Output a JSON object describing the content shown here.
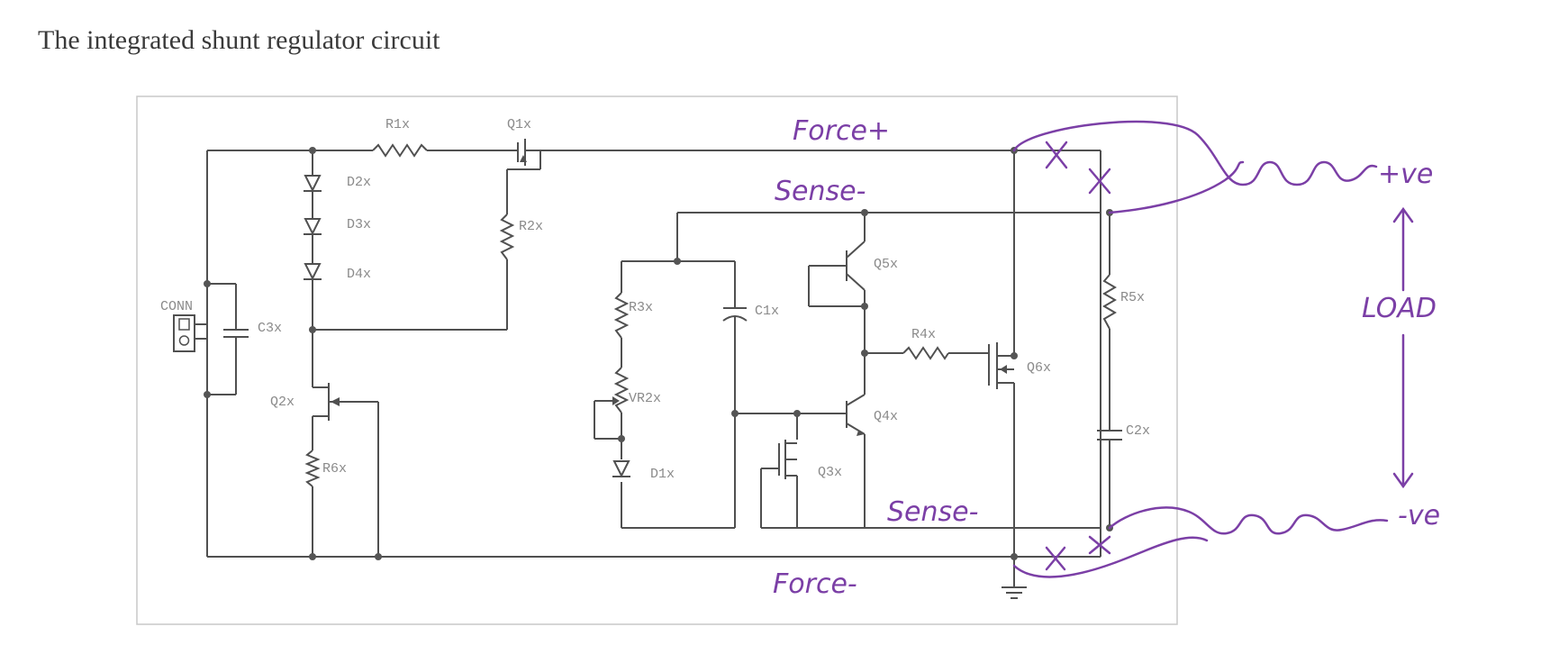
{
  "title": "The integrated shunt regulator circuit",
  "components": {
    "r1": "R1x",
    "q1": "Q1x",
    "d2": "D2x",
    "d3": "D3x",
    "d4": "D4x",
    "r2": "R2x",
    "conn": "CONN",
    "c3": "C3x",
    "q2": "Q2x",
    "r6": "R6x",
    "r3": "R3x",
    "c1": "C1x",
    "vr2": "VR2x",
    "d1": "D1x",
    "q5": "Q5x",
    "r4": "R4x",
    "q6": "Q6x",
    "q4": "Q4x",
    "q3": "Q3x",
    "r5": "R5x",
    "c2": "C2x"
  },
  "annotations": {
    "force_plus": "Force+",
    "sense_top": "Sense-",
    "sense_bottom": "Sense-",
    "force_minus": "Force-",
    "plus_ve": "+ve",
    "minus_ve": "-ve",
    "load": "LOAD"
  },
  "colors": {
    "ink": "#7b3fa6",
    "wire": "#505050",
    "label": "#8a8a8a"
  }
}
